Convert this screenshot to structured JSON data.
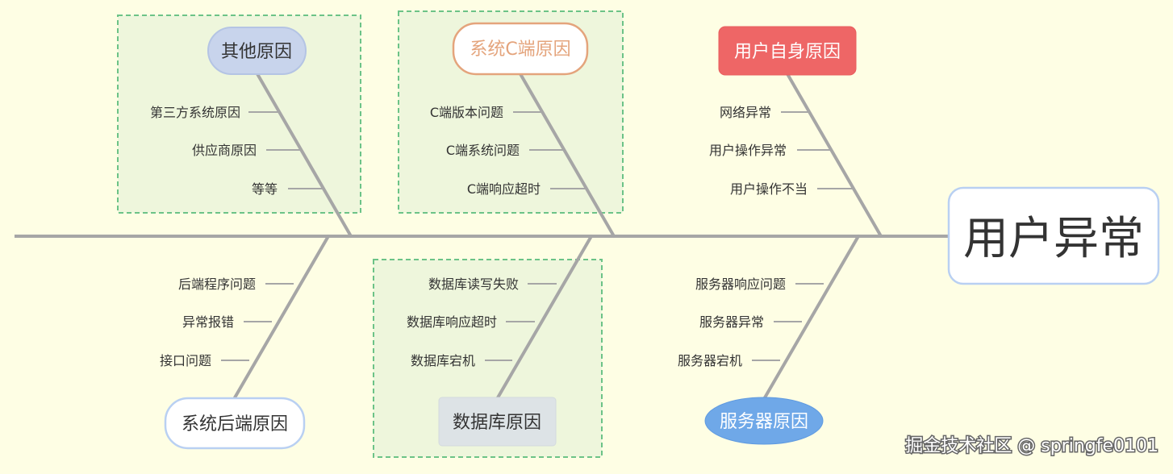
{
  "head": {
    "label": "用户异常"
  },
  "colors": {
    "background": "#FEFEE4",
    "spine": "#A6A6A6",
    "group_fill": "#EEF6DC",
    "group_border": "#6CC387",
    "head_border": "#B9D0F2",
    "text": "#333333"
  },
  "causes": {
    "other": {
      "label": "其他原因",
      "items": [
        "第三方系统原因",
        "供应商原因",
        "等等"
      ]
    },
    "client": {
      "label": "系统C端原因",
      "items": [
        "C端版本问题",
        "C端系统问题",
        "C端响应超时"
      ]
    },
    "user": {
      "label": "用户自身原因",
      "items": [
        "网络异常",
        "用户操作异常",
        "用户操作不当"
      ]
    },
    "backend": {
      "label": "系统后端原因",
      "items": [
        "后端程序问题",
        "异常报错",
        "接口问题"
      ]
    },
    "database": {
      "label": "数据库原因",
      "items": [
        "数据库读写失败",
        "数据库响应超时",
        "数据库宕机"
      ]
    },
    "server": {
      "label": "服务器原因",
      "items": [
        "服务器响应问题",
        "服务器异常",
        "服务器宕机"
      ]
    }
  },
  "watermark": "掘金技术社区 @ springfe0101"
}
